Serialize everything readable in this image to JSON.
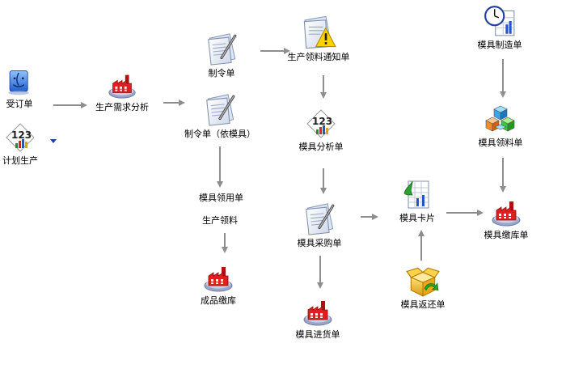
{
  "nodes": {
    "order": "受订单",
    "plan": "计划生产",
    "demand": "生产需求分析",
    "work_order": "制令单",
    "work_order_mold": "制令单（依模具）",
    "notice": "生产领料通知单",
    "mold_analysis": "模具分析单",
    "mold_use": "模具领用单",
    "prod_pick": "生产领料",
    "finished": "成品缴库",
    "mold_purchase": "模具采购单",
    "mold_receive": "模具进货单",
    "mold_card": "模具卡片",
    "mold_return": "模具返还单",
    "mold_make": "模具制造单",
    "mold_pick": "模具领料单",
    "mold_store": "模具缴库单"
  },
  "colors": {
    "arrow": "#8e8e8e",
    "dropdown": "#1f3fa0"
  },
  "icons": {
    "order": "finder-icon",
    "plan": "calculator-chart-icon",
    "demand": "factory-icon",
    "work_order": "document-pen-icon",
    "notice": "document-warning-icon",
    "mold_analysis": "calculator-chart-icon",
    "finished": "factory-icon",
    "mold_purchase": "document-pen-icon",
    "mold_receive": "factory-icon",
    "mold_card": "spreadsheet-icon",
    "mold_return": "box-arrow-icon",
    "mold_make": "clock-sheet-icon",
    "mold_pick": "cubes-icon",
    "mold_store": "factory-icon"
  }
}
